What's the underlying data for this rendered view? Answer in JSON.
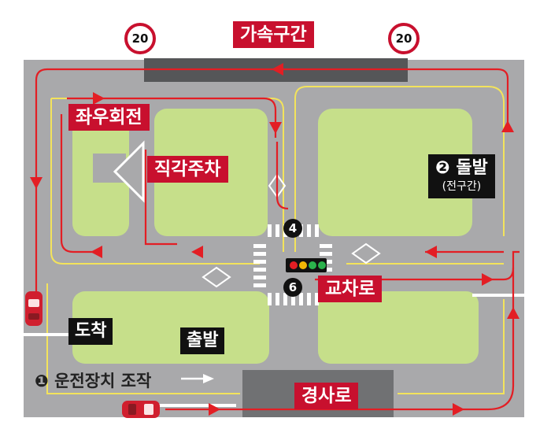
{
  "speed_limit": "20",
  "labels": {
    "acceleration_zone": "가속구간",
    "left_right_turn": "좌우회전",
    "perpendicular_parking": "직각주차",
    "intersection": "교차로",
    "slope": "경사로",
    "arrival": "도착",
    "departure": "출발",
    "start_number": "❷",
    "start_text": "돌발",
    "start_sub": "(전구간)",
    "device_number": "❶",
    "device_text": "운전장치 조작",
    "checkpoint_4": "4",
    "checkpoint_6": "6"
  },
  "colors": {
    "road": "#a9a9ab",
    "grass": "#c6df8a",
    "route": "#e31e24",
    "lane_line": "#f3e35b",
    "label_red": "#c8102e",
    "label_black": "#111111"
  }
}
